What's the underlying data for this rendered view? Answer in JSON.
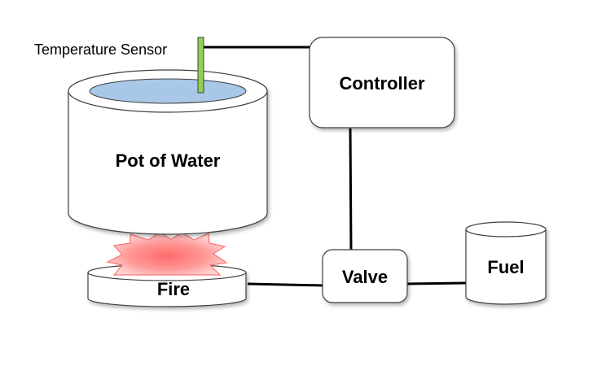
{
  "labels": {
    "temperature_sensor": "Temperature Sensor",
    "controller": "Controller",
    "pot_of_water": "Pot of Water",
    "fire": "Fire",
    "valve": "Valve",
    "fuel": "Fuel"
  },
  "colors": {
    "water": "#a9c8e8",
    "sensor": "#92d050",
    "flame_center": "#ff6a6a",
    "flame_edge": "#ffd0d0",
    "outline": "#404040",
    "line": "#000000"
  }
}
